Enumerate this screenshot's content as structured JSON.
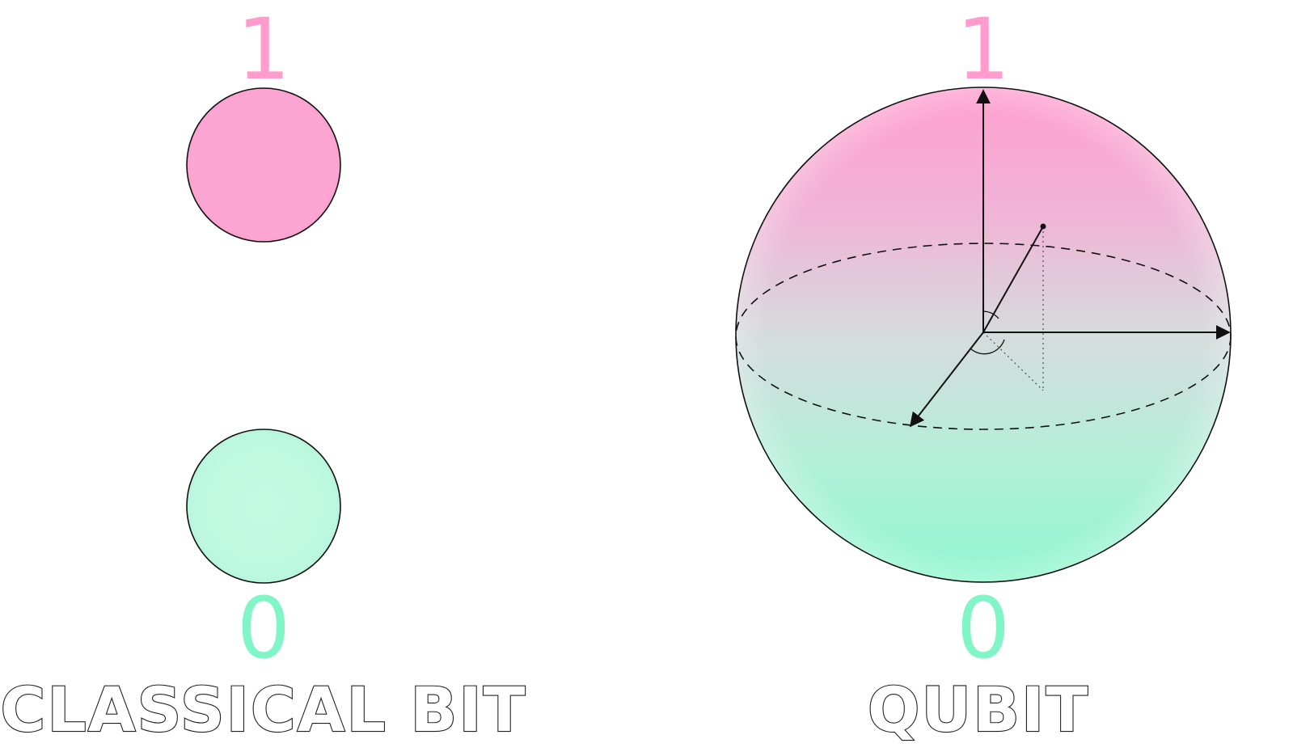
{
  "classical_bit": {
    "caption": "CLASSICAL BIT",
    "top_label": "1",
    "bottom_label": "0"
  },
  "qubit": {
    "caption": "QUBIT",
    "top_label": "1",
    "bottom_label": "0"
  },
  "colors": {
    "one_state": "#ff9ccd",
    "zero_state": "#80f5c8",
    "one_fill": "#fda6d4",
    "zero_fill": "#bff9e0",
    "outline": "#111111"
  }
}
